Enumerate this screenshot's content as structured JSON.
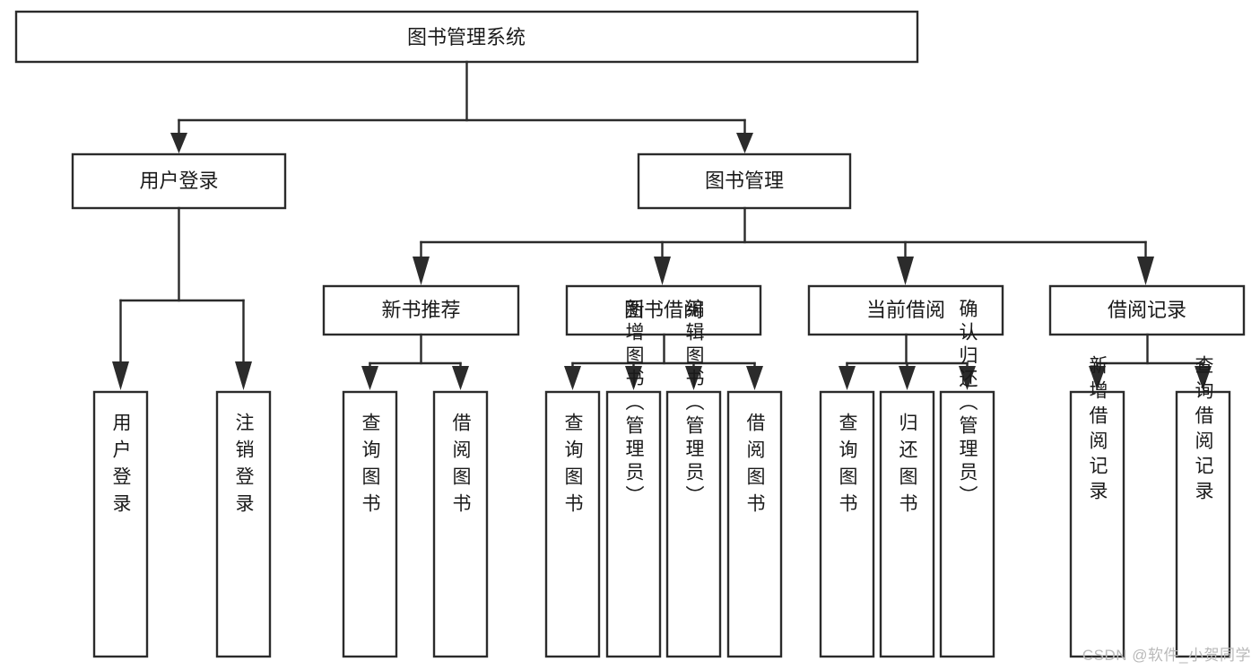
{
  "diagram": {
    "type": "tree-hierarchy-chart",
    "title": "图书管理系统",
    "background_color": "#ffffff",
    "line_color": "#2b2b2b",
    "text_color": "#1a1a1a",
    "root": {
      "id": "root",
      "label": "图书管理系统"
    },
    "level2": [
      {
        "id": "user-login",
        "label": "用户登录"
      },
      {
        "id": "book-manage",
        "label": "图书管理"
      }
    ],
    "level3": [
      {
        "id": "new-book-rec",
        "label": "新书推荐",
        "parent": "book-manage"
      },
      {
        "id": "book-borrow",
        "label": "图书借阅",
        "parent": "book-manage"
      },
      {
        "id": "current-borrow",
        "label": "当前借阅",
        "parent": "book-manage"
      },
      {
        "id": "borrow-record",
        "label": "借阅记录",
        "parent": "book-manage"
      }
    ],
    "leaves": {
      "user-login": [
        {
          "id": "leaf-user-login",
          "label": "用户登录"
        },
        {
          "id": "leaf-user-logout",
          "label": "注销登录"
        }
      ],
      "new-book-rec": [
        {
          "id": "leaf-query-book-1",
          "label": "查询图书"
        },
        {
          "id": "leaf-borrow-book-1",
          "label": "借阅图书"
        }
      ],
      "book-borrow": [
        {
          "id": "leaf-query-book-2",
          "label": "查询图书"
        },
        {
          "id": "leaf-add-book",
          "label": "新增图书（管理员）"
        },
        {
          "id": "leaf-edit-book",
          "label": "编辑图书（管理员）"
        },
        {
          "id": "leaf-borrow-book-2",
          "label": "借阅图书"
        }
      ],
      "current-borrow": [
        {
          "id": "leaf-query-book-3",
          "label": "查询图书"
        },
        {
          "id": "leaf-return-book",
          "label": "归还图书"
        },
        {
          "id": "leaf-confirm-return",
          "label": "确认归还（管理员）"
        }
      ],
      "borrow-record": [
        {
          "id": "leaf-add-record",
          "label": "新增借阅记录"
        },
        {
          "id": "leaf-query-record",
          "label": "查询借阅记录"
        }
      ]
    }
  },
  "watermark": {
    "text": "CSDN @软件_小贺同学"
  }
}
